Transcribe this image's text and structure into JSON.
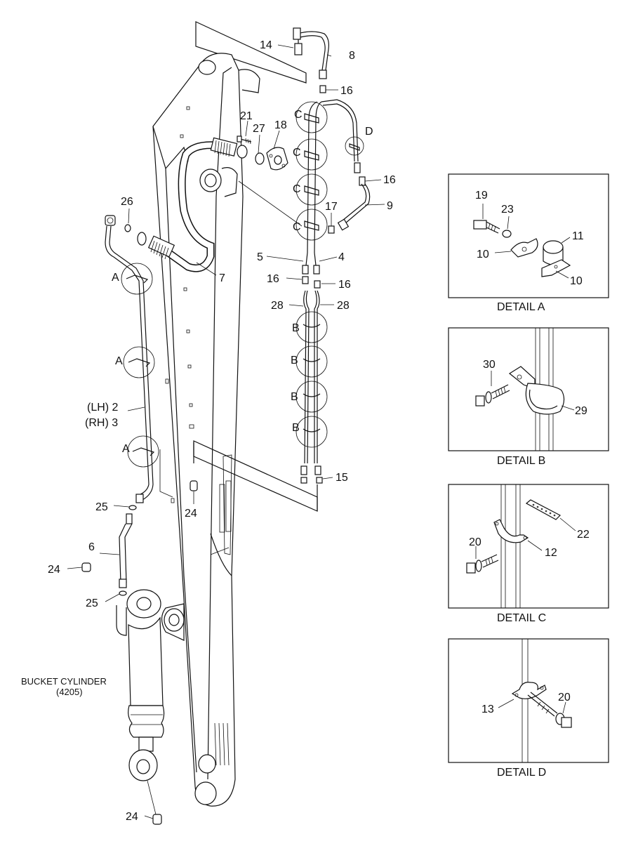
{
  "main_diagram": {
    "labels": {
      "p14": "14",
      "p8": "8",
      "p16a": "16",
      "p21": "21",
      "p27": "27",
      "p18": "18",
      "pD": "D",
      "p16b": "16",
      "p9": "9",
      "p26": "26",
      "p17": "17",
      "pC1": "C",
      "pC2": "C",
      "pC3": "C",
      "pC4": "C",
      "p5": "5",
      "p4": "4",
      "p7": "7",
      "pA1": "A",
      "p16c": "16",
      "p16d": "16",
      "p28a": "28",
      "p28b": "28",
      "pB1": "B",
      "pB2": "B",
      "pB3": "B",
      "pB4": "B",
      "pA2": "A",
      "pLH": "(LH) 2",
      "pRH": "(RH) 3",
      "pA3": "A",
      "p15": "15",
      "p25a": "25",
      "p24a": "24",
      "p6": "6",
      "p24b": "24",
      "p25b": "25",
      "p24c": "24"
    },
    "bucket_cylinder": {
      "name": "BUCKET CYLINDER",
      "code": "(4205)"
    }
  },
  "details": {
    "a": {
      "title": "DETAIL A",
      "labels": {
        "p19": "19",
        "p23": "23",
        "p11": "11",
        "p10a": "10",
        "p10b": "10"
      }
    },
    "b": {
      "title": "DETAIL B",
      "labels": {
        "p30": "30",
        "p29": "29"
      }
    },
    "c": {
      "title": "DETAIL C",
      "labels": {
        "p22": "22",
        "p20": "20",
        "p12": "12"
      }
    },
    "d": {
      "title": "DETAIL D",
      "labels": {
        "p20": "20",
        "p13": "13"
      }
    }
  }
}
